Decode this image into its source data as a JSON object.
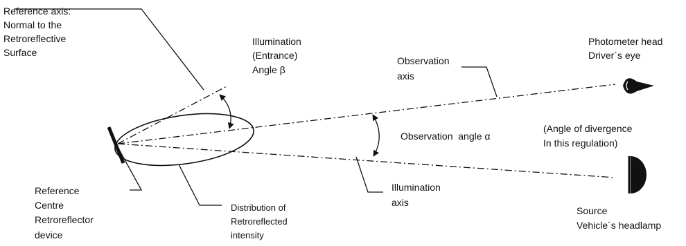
{
  "colors": {
    "ink": "#111111",
    "background": "#ffffff"
  },
  "labels": {
    "reference_axis": [
      "Reference axis:",
      "Normal to the",
      "Retroreflective",
      "Surface"
    ],
    "illumination_angle": [
      "Illumination",
      "(Entrance)",
      "Angle β"
    ],
    "observation_axis": [
      "Observation",
      "axis"
    ],
    "photometer": [
      "Photometer head",
      "Driver´s eye"
    ],
    "observation_angle": "Observation  angle α",
    "divergence": [
      "(Angle of divergence",
      "In this regulation)"
    ],
    "reference_centre": [
      "Reference",
      "Centre",
      "Retroreflector",
      "device"
    ],
    "distribution": [
      "Distribution of",
      "Retroreflected",
      "intensity"
    ],
    "illumination_axis": [
      "Illumination",
      "axis"
    ],
    "source": [
      "Source",
      "Vehicle´s headlamp"
    ]
  },
  "icons": {
    "eye": "eye-icon",
    "headlamp": "headlamp-icon"
  }
}
